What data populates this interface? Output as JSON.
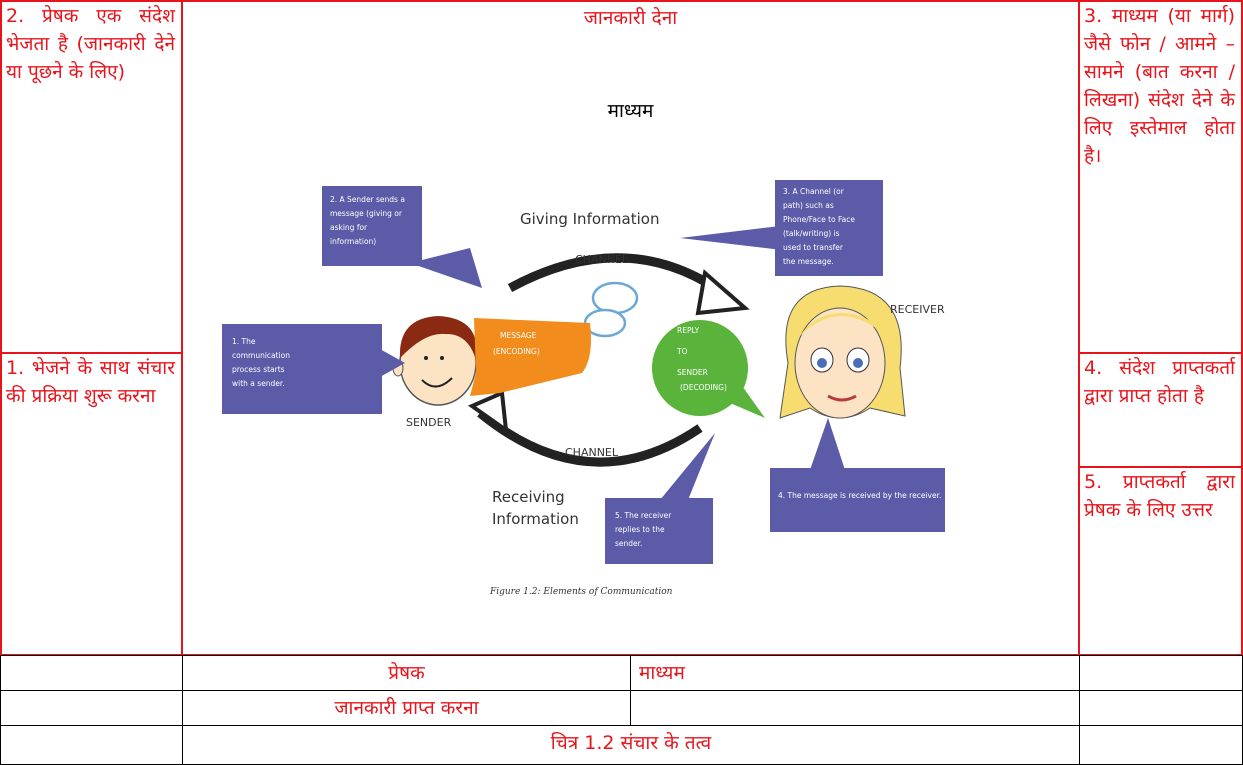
{
  "cells": {
    "sender_sends": "2. प्रेषक एक संदेश भेजता है (जानकारी देने या पूछने के लिए)",
    "giving_info": "जानकारी देना",
    "medium_top": "माध्यम",
    "channel_note": "3. माध्यम (या मार्ग) जैसे फोन / आमने –सामने (बात करना / लिखना) संदेश देने के लिए इस्तेमाल होता है।",
    "process_start": "1. भेजने के साथ संचार की प्रक्रिया शुरू करना",
    "received": "4. संदेश प्राप्तकर्ता द्वारा प्राप्त होता है",
    "reply": "5. प्राप्तकर्ता द्वारा प्रेषक के लिए उत्तर",
    "row_sender": "प्रेषक",
    "row_medium": "माध्यम",
    "row_receiving": "जानकारी प्राप्त करना",
    "figure_caption_hi": "चित्र 1.2 संचार के तत्व"
  },
  "figure": {
    "giving_information": "Giving Information",
    "channel": "CHANNEL",
    "receiving": "Receiving",
    "information": "Information",
    "sender": "SENDER",
    "receiver": "RECEIVER",
    "message": "MESSAGE",
    "encoding": "(ENCODING)",
    "reply": "REPLY",
    "to": "TO",
    "sender_word": "SENDER",
    "decoding": "(DECODING)",
    "b1_l1": "1. The",
    "b1_l2": "communication",
    "b1_l3": "process starts",
    "b1_l4": "with a sender.",
    "b2_l1": "2. A Sender sends a",
    "b2_l2": "message (giving or",
    "b2_l3": "asking for",
    "b2_l4": "information)",
    "b3_l1": "3. A Channel (or",
    "b3_l2": "path) such as",
    "b3_l3": "Phone/Face to Face",
    "b3_l4": "(talk/writing) is",
    "b3_l5": "used to transfer",
    "b3_l6": "the message.",
    "b4": "4. The message is received by the receiver.",
    "b5_l1": "5. The receiver",
    "b5_l2": "replies to the",
    "b5_l3": "sender.",
    "caption": "Figure 1.2: Elements of Communication",
    "colors": {
      "bubble": "#5b5ba8",
      "message": "#f28c1c",
      "reply": "#5ab43c",
      "face": "#fbe3c4",
      "hair_sender": "#8b2a12",
      "hair_receiver": "#f7dc6f"
    }
  }
}
